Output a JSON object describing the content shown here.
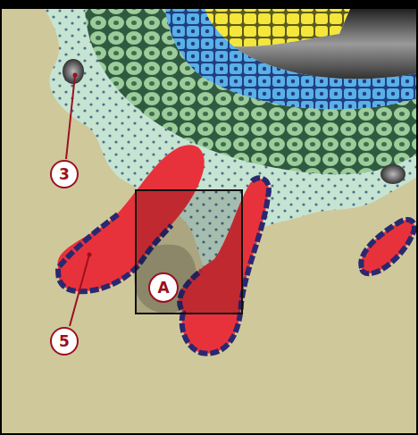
{
  "diagram": {
    "labels": [
      "3",
      "A",
      "5"
    ]
  }
}
